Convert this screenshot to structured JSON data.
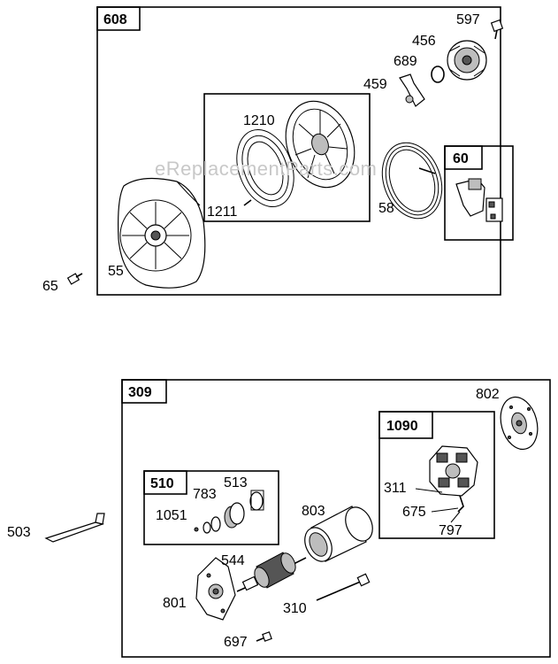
{
  "watermark": "eReplacementParts.com",
  "boxes": {
    "b608": "608",
    "b60": "60",
    "b309": "309",
    "b1090": "1090",
    "b510": "510"
  },
  "labels": {
    "p597": "597",
    "p456": "456",
    "p689": "689",
    "p459": "459",
    "p1210": "1210",
    "p1211": "1211",
    "p58": "58",
    "p55": "55",
    "p65": "65",
    "p802": "802",
    "p311": "311",
    "p675": "675",
    "p797": "797",
    "p783": "783",
    "p513": "513",
    "p1051": "1051",
    "p803": "803",
    "p544": "544",
    "p503": "503",
    "p801": "801",
    "p310": "310",
    "p697": "697"
  }
}
